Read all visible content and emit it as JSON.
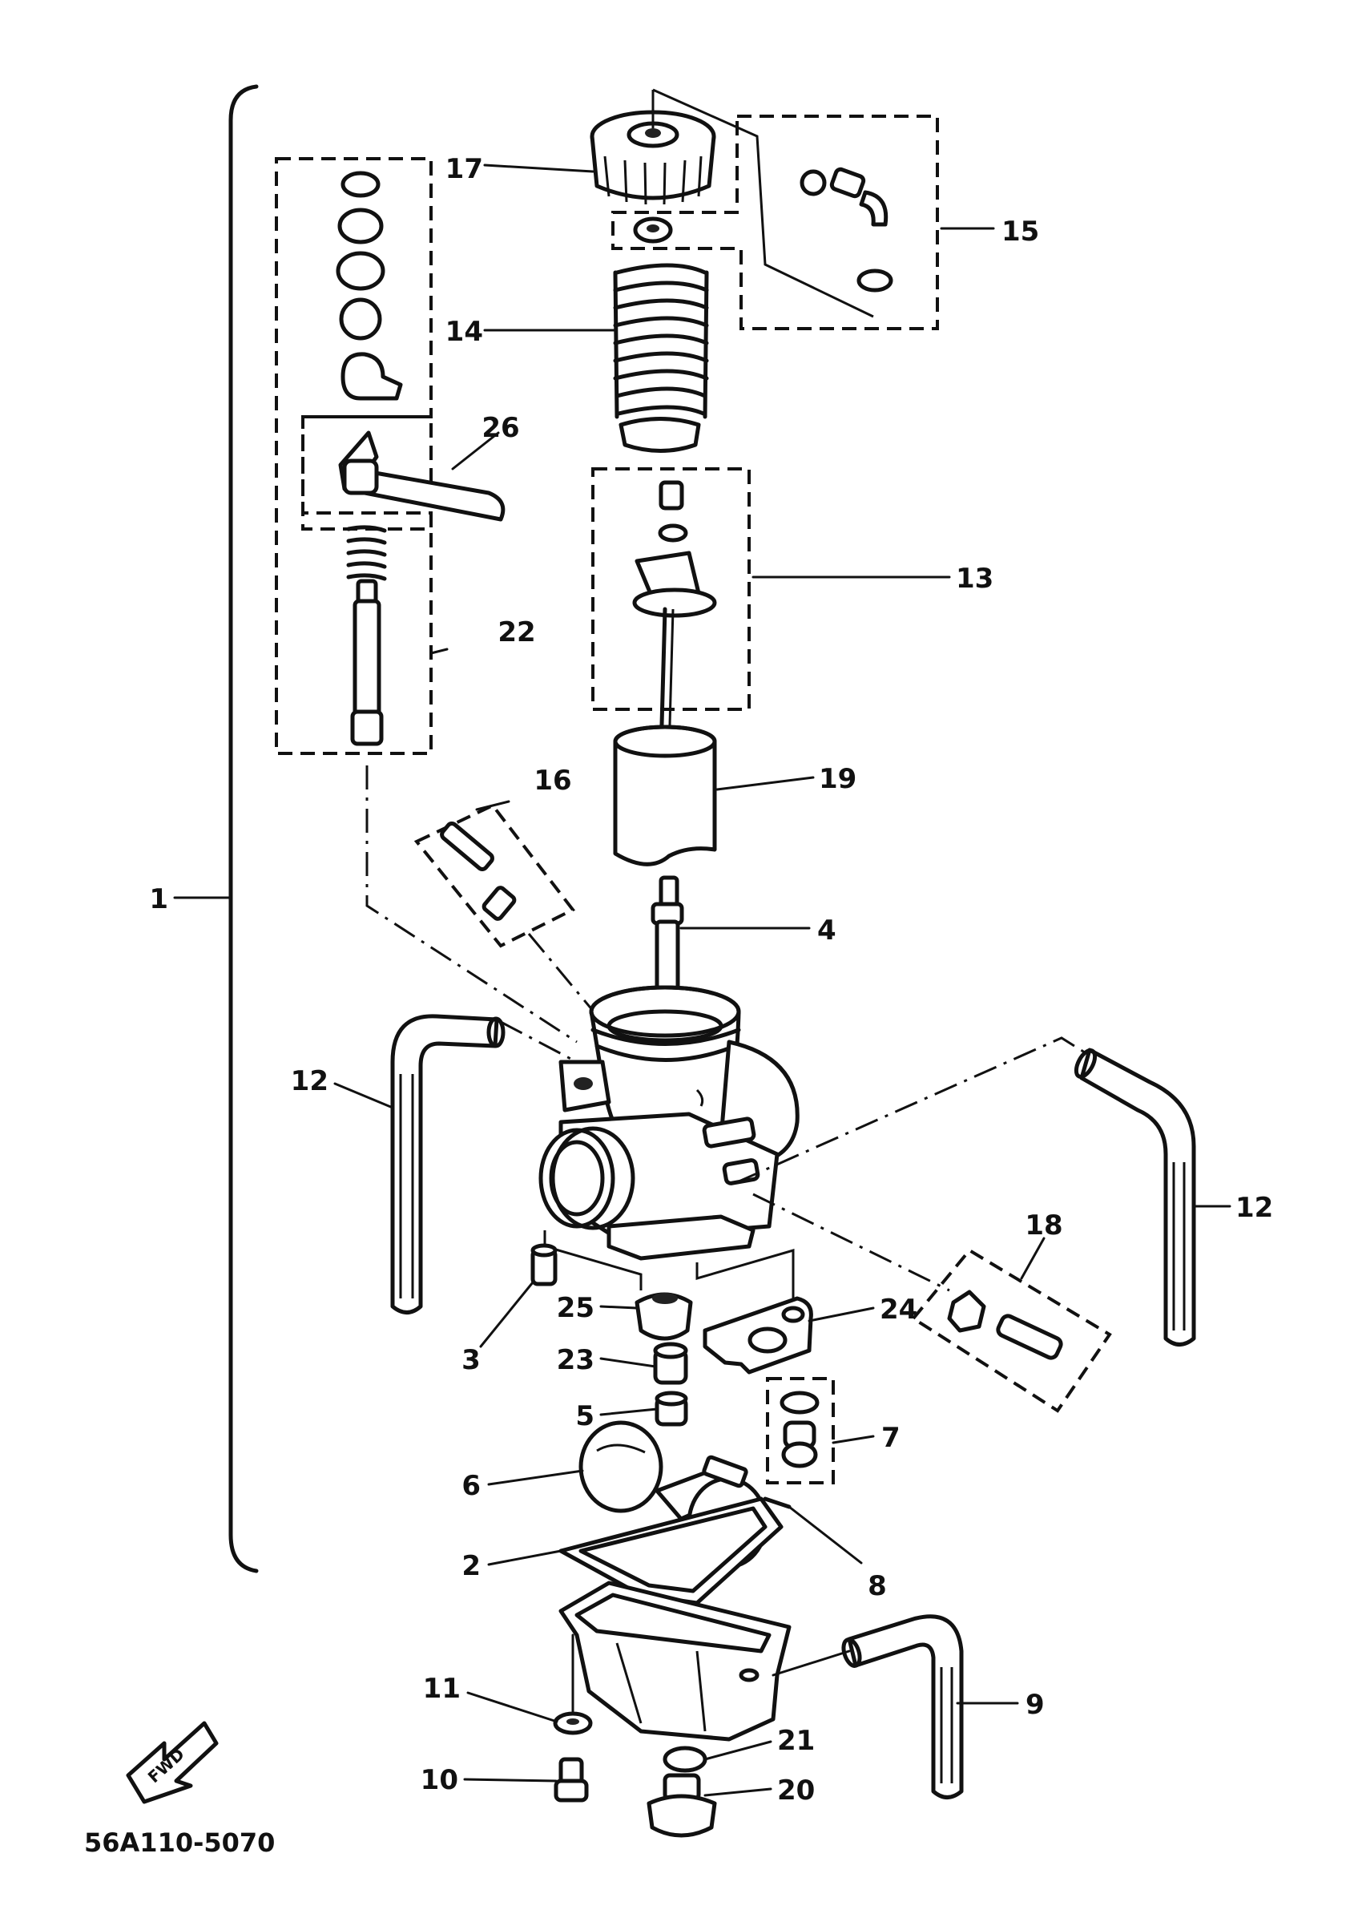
{
  "diagram_code": "56A110-5070",
  "fwd_label": "FWD",
  "callouts": [
    {
      "id": "1",
      "text": "1"
    },
    {
      "id": "2",
      "text": "2"
    },
    {
      "id": "3",
      "text": "3"
    },
    {
      "id": "4",
      "text": "4"
    },
    {
      "id": "5",
      "text": "5"
    },
    {
      "id": "6",
      "text": "6"
    },
    {
      "id": "7",
      "text": "7"
    },
    {
      "id": "8",
      "text": "8"
    },
    {
      "id": "9",
      "text": "9"
    },
    {
      "id": "10",
      "text": "10"
    },
    {
      "id": "11",
      "text": "11"
    },
    {
      "id": "12a",
      "text": "12"
    },
    {
      "id": "12b",
      "text": "12"
    },
    {
      "id": "13",
      "text": "13"
    },
    {
      "id": "14",
      "text": "14"
    },
    {
      "id": "15",
      "text": "15"
    },
    {
      "id": "16",
      "text": "16"
    },
    {
      "id": "17",
      "text": "17"
    },
    {
      "id": "18",
      "text": "18"
    },
    {
      "id": "19",
      "text": "19"
    },
    {
      "id": "20",
      "text": "20"
    },
    {
      "id": "21",
      "text": "21"
    },
    {
      "id": "22",
      "text": "22"
    },
    {
      "id": "23",
      "text": "23"
    },
    {
      "id": "24",
      "text": "24"
    },
    {
      "id": "25",
      "text": "25"
    },
    {
      "id": "26",
      "text": "26"
    }
  ]
}
